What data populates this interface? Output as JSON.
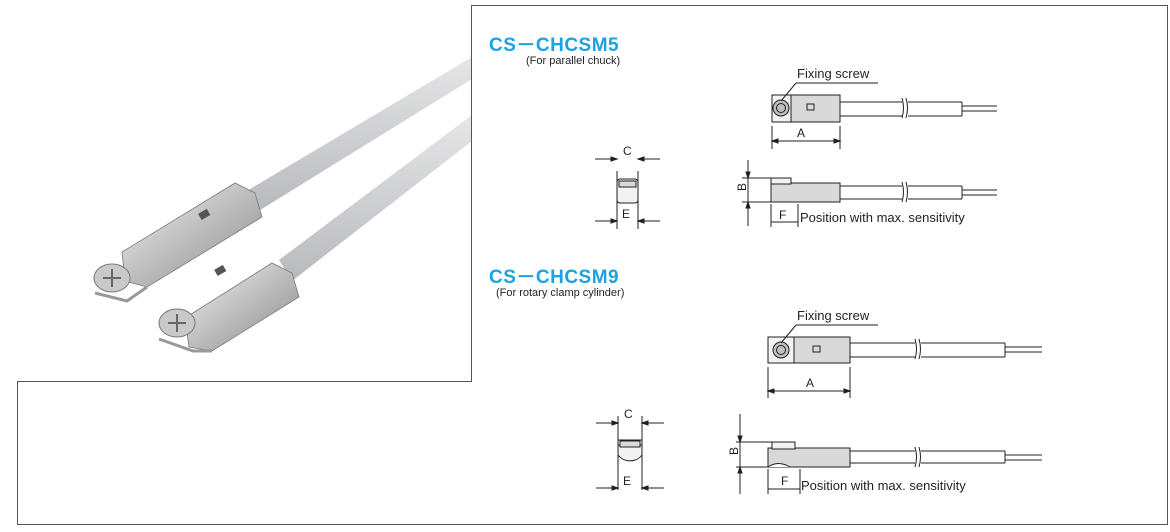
{
  "models": [
    {
      "code": "CS－CHCSM5",
      "application": "(For parallel chuck)",
      "labels": {
        "fixing_screw": "Fixing screw",
        "A": "A",
        "B": "B",
        "C": "C",
        "E": "E",
        "F": "F",
        "position_note": "Position with max. sensitivity"
      }
    },
    {
      "code": "CS－CHCSM9",
      "application": "(For rotary clamp cylinder)",
      "labels": {
        "fixing_screw": "Fixing screw",
        "A": "A",
        "B": "B",
        "C": "C",
        "E": "E",
        "F": "F",
        "position_note": "Position with max. sensitivity"
      }
    }
  ],
  "colors": {
    "title_accent": "#1aa3e0",
    "line": "#231f20",
    "body_fill": "#d9d9d9",
    "cable_fill": "#f2f2f2"
  }
}
